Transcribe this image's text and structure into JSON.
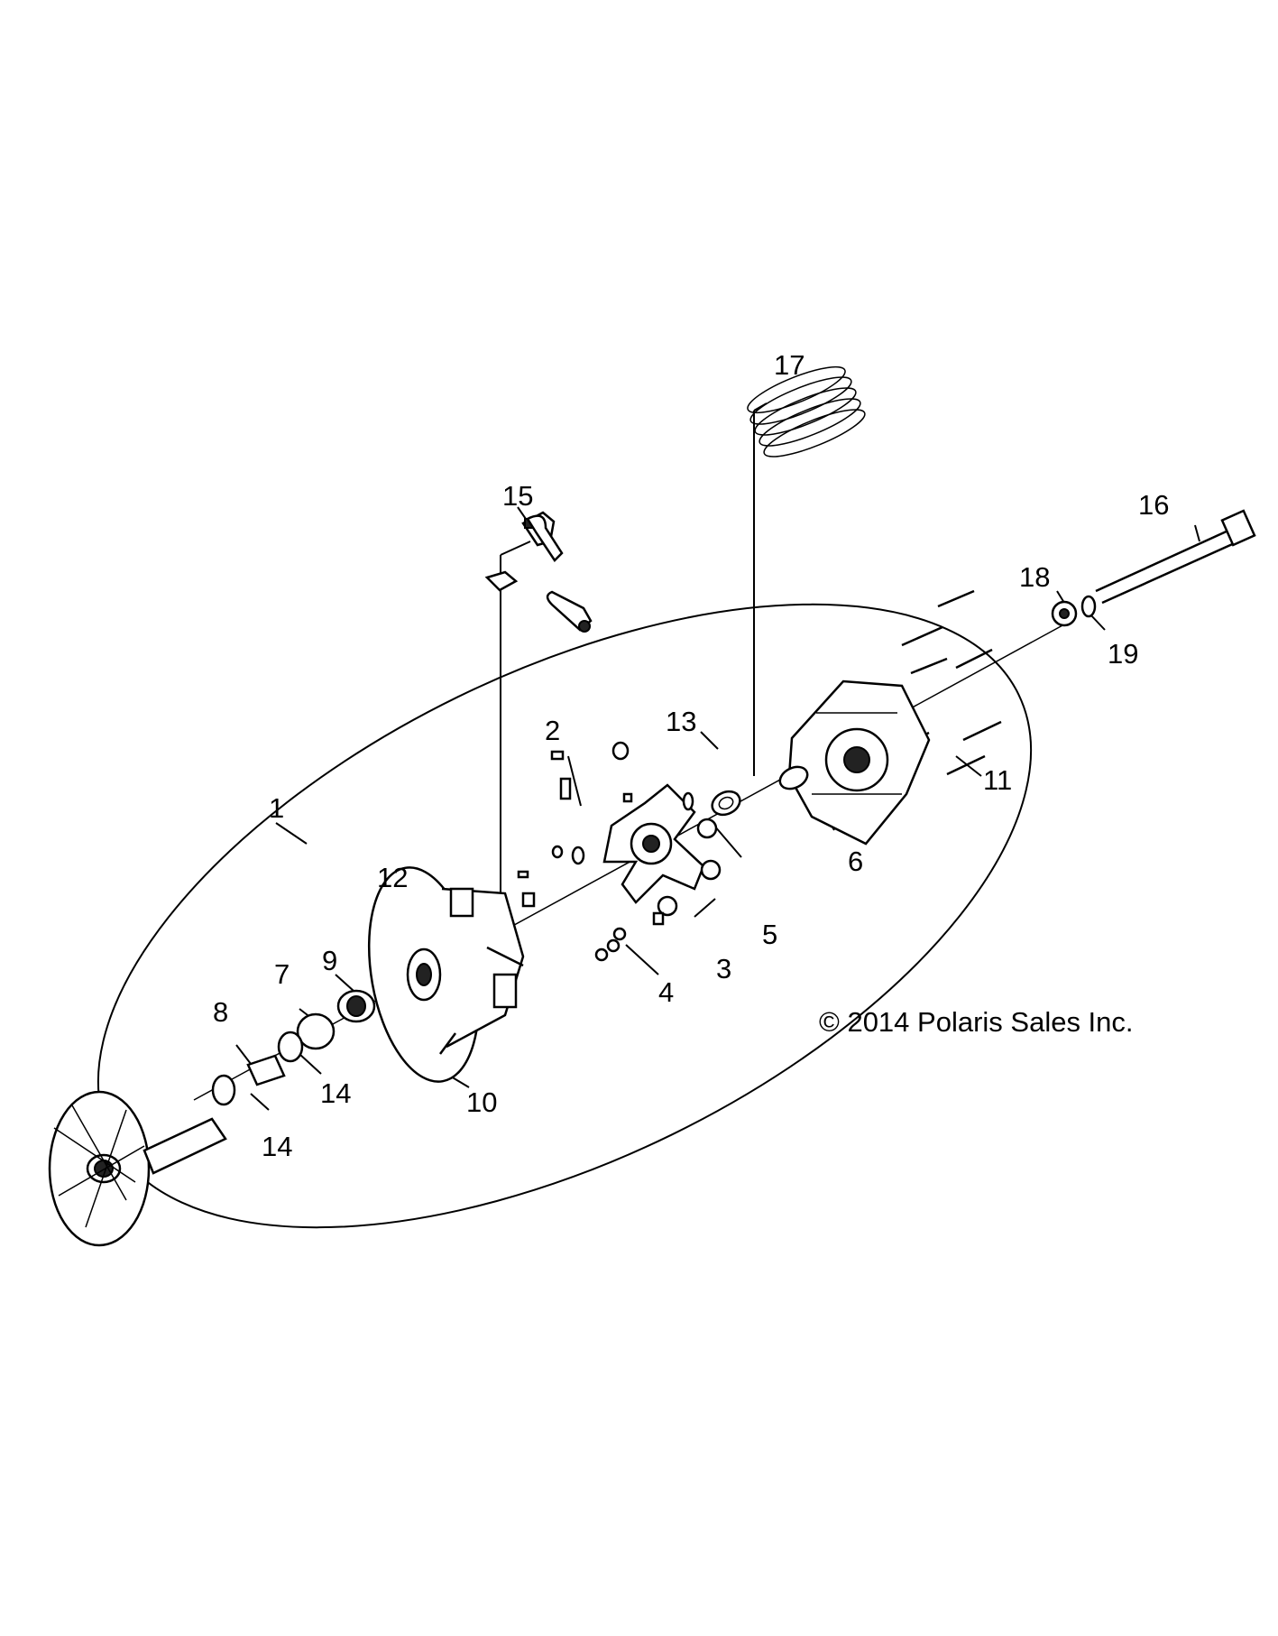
{
  "copyright": "© 2014 Polaris Sales Inc.",
  "callouts": {
    "c1": "1",
    "c2": "2",
    "c3": "3",
    "c4": "4",
    "c5": "5",
    "c6": "6",
    "c7": "7",
    "c8": "8",
    "c9": "9",
    "c10": "10",
    "c11": "11",
    "c12": "12",
    "c13": "13",
    "c14a": "14",
    "c14b": "14",
    "c15": "15",
    "c16": "16",
    "c17": "17",
    "c18": "18",
    "c19": "19"
  }
}
